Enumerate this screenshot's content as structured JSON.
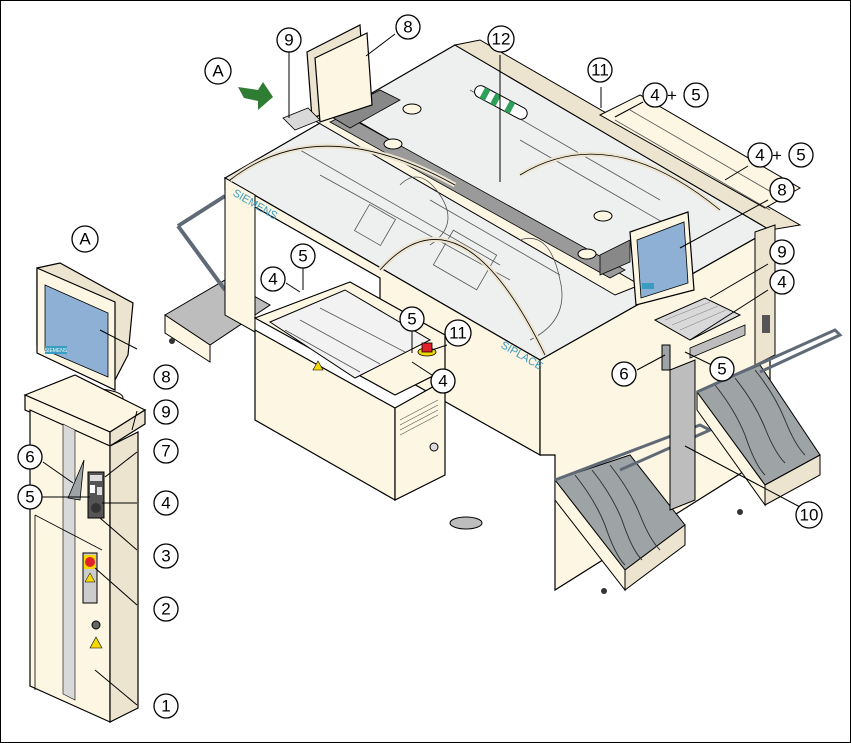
{
  "figure": {
    "type": "isometric equipment overview with numbered callouts",
    "view_marker": "A",
    "brand_labels": {
      "machine_side": "SIEMENS",
      "machine_front": "SIPLACE",
      "monitor_badge": "SIEMENS"
    },
    "colors": {
      "housing": "#fdf6e3",
      "housing_shade": "#ece4cf",
      "screen": "#8db0d4",
      "arrow": "#2e7d32",
      "emergency_stop": "#e0202a",
      "warning": "#f5d800",
      "trays": "#9ea4a6",
      "brand_text": "#3a9cc0"
    }
  },
  "callouts": {
    "view_a_top": "A",
    "view_a_side": "A",
    "c1": "1",
    "c2": "2",
    "c3": "3",
    "c4_stand": "4",
    "c5_stand": "5",
    "c6_stand": "6",
    "c7_stand": "7",
    "c8_stand": "8",
    "c9_stand": "9",
    "c9_top": "9",
    "c8_top": "8",
    "c12": "12",
    "c11_top": "11",
    "c4_pair1": "4",
    "c5_pair1": "5",
    "c4_pair2": "4",
    "c5_pair2": "5",
    "c8_right": "8",
    "c9_right": "9",
    "c4_right": "4",
    "c5_right": "5",
    "c6_right": "6",
    "c10": "10",
    "c5_left_top": "5",
    "c4_left_top": "4",
    "c5_center": "5",
    "c11_center": "11",
    "c4_center": "4",
    "plus": "+"
  }
}
